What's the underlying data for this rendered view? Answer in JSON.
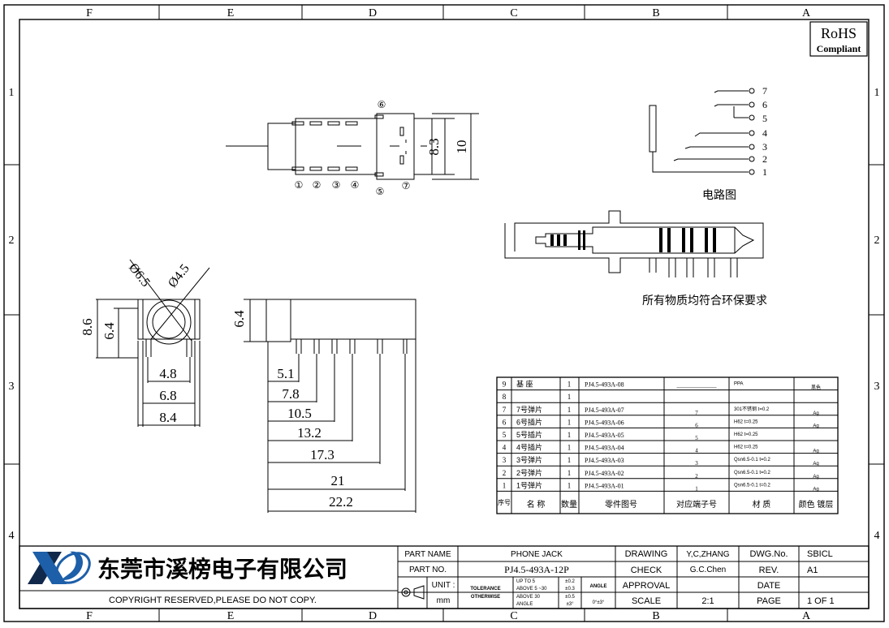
{
  "frame": {
    "columns": [
      "F",
      "E",
      "D",
      "C",
      "B",
      "A"
    ],
    "rows": [
      "1",
      "2",
      "3",
      "4"
    ]
  },
  "rohs": {
    "line1": "RoHS",
    "line2": "Compliant"
  },
  "top_view": {
    "pins_bottom": [
      "①",
      "②",
      "③",
      "④",
      "⑤",
      "⑦"
    ],
    "pin_top": "⑥",
    "dim_inner": "8.3",
    "dim_outer": "10"
  },
  "circuit": {
    "pins": [
      "7",
      "6",
      "5",
      "4",
      "3",
      "2",
      "1"
    ],
    "caption": "电路图"
  },
  "section_caption": "所有物质均符合环保要求",
  "front_view": {
    "dia_outer": "Ø6.5",
    "dia_inner": "Ø4.5",
    "h_total": "8.6",
    "h_inner": "6.4",
    "w": [
      "4.8",
      "6.8",
      "8.4"
    ]
  },
  "side_view": {
    "h": "6.4",
    "dims": [
      "5.1",
      "7.8",
      "10.5",
      "13.2",
      "17.3",
      "21",
      "22.2"
    ]
  },
  "bom": {
    "header": {
      "no": "序号",
      "name": "名 称",
      "qty": "数量",
      "part": "零件图号",
      "term": "对应端子号",
      "mat": "材 质",
      "finish": "颜色 镀层"
    },
    "rows": [
      {
        "no": "9",
        "name": "基 座",
        "qty": "1",
        "part": "PJ4.5-493A-08",
        "term": "———————",
        "mat": "PPA",
        "finish": "黑色"
      },
      {
        "no": "8",
        "name": "",
        "qty": "1",
        "part": "",
        "term": "",
        "mat": "",
        "finish": ""
      },
      {
        "no": "7",
        "name": "7号弹片",
        "qty": "1",
        "part": "PJ4.5-493A-07",
        "term": "7",
        "mat": "301不锈钢 t=0.2",
        "finish": "Ag"
      },
      {
        "no": "6",
        "name": "6号插片",
        "qty": "1",
        "part": "PJ4.5-493A-06",
        "term": "6",
        "mat": "H62 t=0.25",
        "finish": "Ag"
      },
      {
        "no": "5",
        "name": "5号插片",
        "qty": "1",
        "part": "PJ4.5-493A-05",
        "term": "5",
        "mat": "H62 t=0.25",
        "finish": ""
      },
      {
        "no": "4",
        "name": "4号插片",
        "qty": "1",
        "part": "PJ4.5-493A-04",
        "term": "4",
        "mat": "H62 t=0.25",
        "finish": "Ag"
      },
      {
        "no": "3",
        "name": "3号弹片",
        "qty": "1",
        "part": "PJ4.5-493A-03",
        "term": "3",
        "mat": "Qsn6.5-0.1 t=0.2",
        "finish": "Ag"
      },
      {
        "no": "2",
        "name": "2号弹片",
        "qty": "1",
        "part": "PJ4.5-493A-02",
        "term": "2",
        "mat": "Qsn6.5-0.1 t=0.2",
        "finish": "Ag"
      },
      {
        "no": "1",
        "name": "1号弹片",
        "qty": "1",
        "part": "PJ4.5-493A-01",
        "term": "1",
        "mat": "Qsn6.5-0.1 t=0.2",
        "finish": "Ag"
      }
    ]
  },
  "title_block": {
    "company": "东莞市溪榜电子有限公司",
    "copyright": "COPYRIGHT RESERVED,PLEASE DO NOT COPY.",
    "part_name_label": "PART NAME",
    "part_name": "PHONE JACK",
    "part_no_label": "PART NO.",
    "part_no": "PJ4.5-493A-12P",
    "unit_label": "UNIT :",
    "unit": "mm",
    "tolerance_label": "TOLERANCE",
    "otherwise_label": "OTHERWISE",
    "tol_rows": [
      {
        "range": "UP TO 5",
        "value": "±0.2"
      },
      {
        "range": "ABOVE 5 ~30",
        "value": "±0.3"
      },
      {
        "range": "ABOVE 30",
        "value": "±0.5"
      },
      {
        "range": "ANGLE",
        "value": "±3°"
      }
    ],
    "angle_label": "ANGLE",
    "angle_value": "0°±3°",
    "drawing_label": "DRAWING",
    "drawing": "Y,C,ZHANG",
    "check_label": "CHECK",
    "check": "G.C.Chen",
    "approval_label": "APPROVAL",
    "approval": "",
    "scale_label": "SCALE",
    "scale": "2:1",
    "dwgno_label": "DWG.No.",
    "dwgno": "SBICL",
    "rev_label": "REV.",
    "rev": "A1",
    "date_label": "DATE",
    "date": "",
    "page_label": "PAGE",
    "page": "1 OF 1"
  },
  "colors": {
    "ink": "#000000",
    "logo_blue": "#1d5fa8",
    "logo_dark": "#10284a",
    "brand_text": "#1d6fc4"
  }
}
